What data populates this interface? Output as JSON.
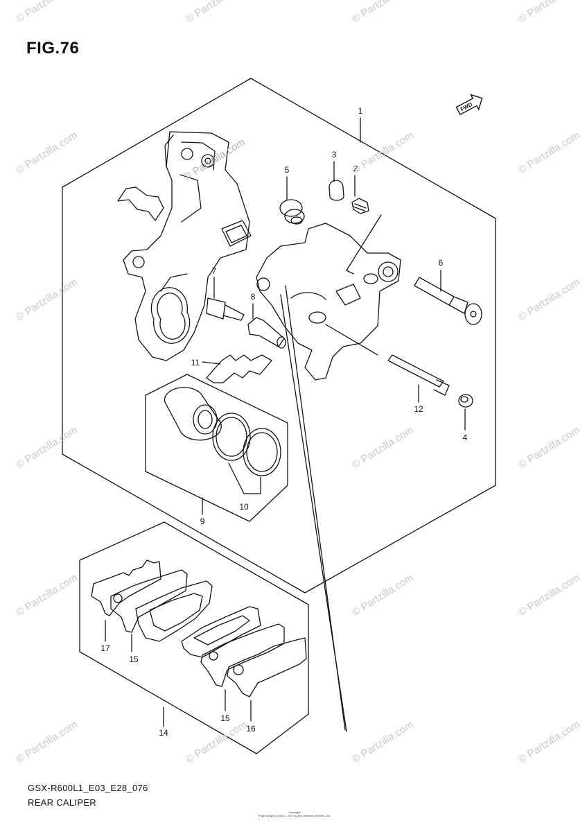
{
  "figure_title": "FIG.76",
  "model_code": "GSX-R600L1_E03_E28_076",
  "section_title": "REAR CALIPER",
  "copyright_lines": [
    "Copyright",
    "Page design (c) 2004 - 2017 by ARI Network Services, Inc."
  ],
  "fwd_label": "FWD",
  "watermark_text": "© Partzilla.com",
  "watermark_top_text": "© Partzilla.com",
  "callouts": [
    {
      "label": "1",
      "part": "caliper-assembly"
    },
    {
      "label": "2",
      "part": "bleeder-valve"
    },
    {
      "label": "3",
      "part": "bleeder-cap"
    },
    {
      "label": "4",
      "part": "pad-mount-pin-plug"
    },
    {
      "label": "5",
      "part": "caliper-boot"
    },
    {
      "label": "6",
      "part": "caliper-slide-bolt"
    },
    {
      "label": "7",
      "part": "caliper-pin"
    },
    {
      "label": "8",
      "part": "pin-boot"
    },
    {
      "label": "9",
      "part": "piston-seal-set"
    },
    {
      "label": "10",
      "part": "piston-seals"
    },
    {
      "label": "11",
      "part": "pad-spring"
    },
    {
      "label": "12",
      "part": "pad-mount-pin"
    },
    {
      "label": "14",
      "part": "brake-pad-set"
    },
    {
      "label": "15",
      "part": "pad-shim"
    },
    {
      "label": "15",
      "part": "pad-shim"
    },
    {
      "label": "16",
      "part": "pad-shim-inner"
    },
    {
      "label": "17",
      "part": "pad-shim-outer"
    }
  ]
}
